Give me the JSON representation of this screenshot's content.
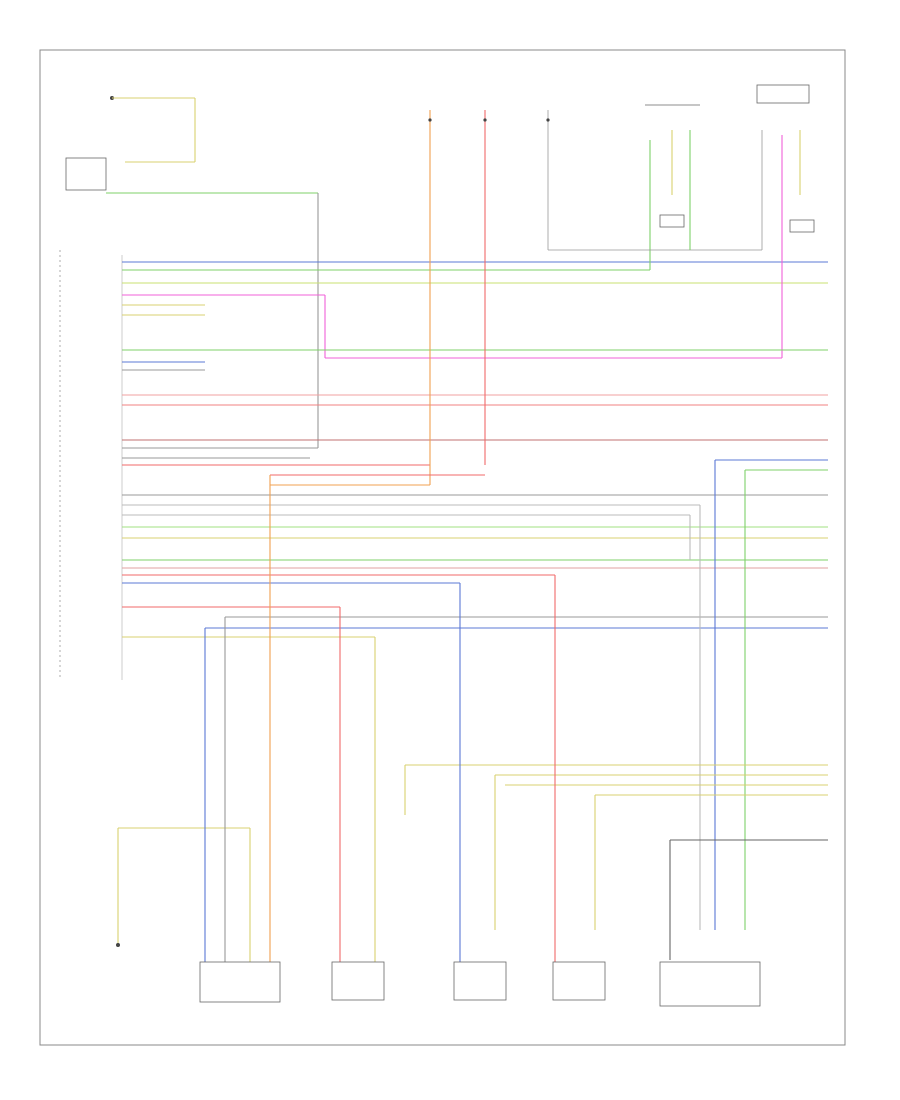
{
  "diagram": {
    "title": "",
    "page_ref": "",
    "colors": {
      "blue": "#5b78d6",
      "green": "#7fd06a",
      "pink": "#f060d8",
      "red": "#f06a6a",
      "orange": "#f0a050",
      "yellow": "#d8d070",
      "gray": "#999999",
      "olive": "#c8c070",
      "dark_gray": "#666666"
    },
    "wires_left_column": [
      "blue",
      "green",
      "yellow",
      "pink",
      "olive",
      "olive",
      "",
      "green",
      "blue",
      "gray",
      "",
      "red",
      "red",
      "",
      "",
      "red",
      "gray",
      "red",
      "",
      "gray",
      "yellow",
      "gray",
      "yellow",
      "green",
      "yellow",
      "",
      "green",
      "red",
      "blue",
      "",
      "red",
      "gray",
      "",
      "yellow"
    ],
    "components": [
      "control-module-left",
      "top-fuse-1",
      "top-fuse-2",
      "top-fuse-3",
      "top-sensor-1",
      "top-sensor-2",
      "bottom-ground",
      "bottom-module-1",
      "bottom-sensor-1",
      "bottom-sensor-2",
      "bottom-sensor-3",
      "bottom-module-2"
    ]
  }
}
